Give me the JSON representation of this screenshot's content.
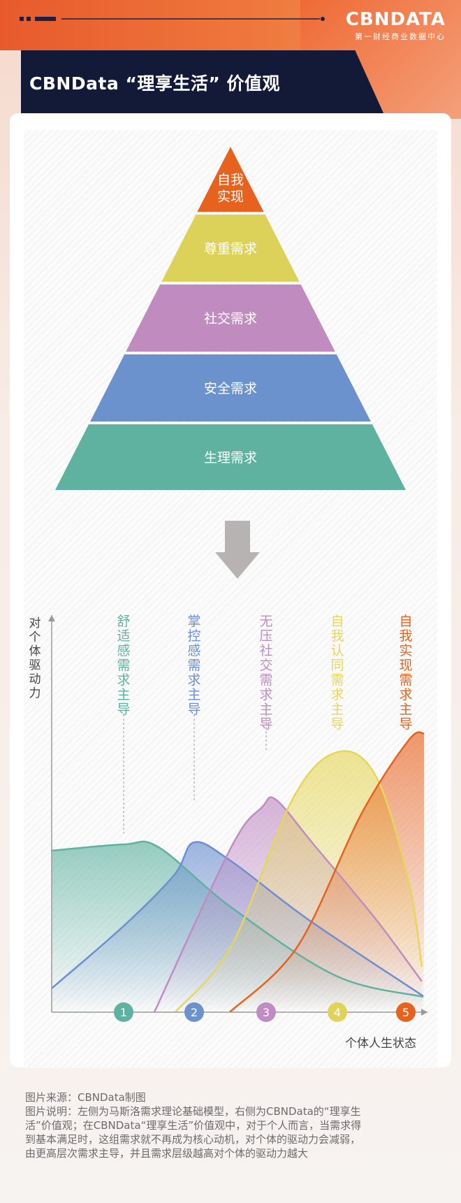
{
  "header": {
    "brand": "CBNDATA",
    "tagline": "第一财经商业数据中心",
    "title": "CBNData “理享生活” 价值观"
  },
  "pyramid": {
    "levels": [
      {
        "label_lines": [
          "自我",
          "实现"
        ],
        "color": "#e8621f"
      },
      {
        "label_lines": [
          "尊重需求"
        ],
        "color": "#dcd25a"
      },
      {
        "label_lines": [
          "社交需求"
        ],
        "color": "#c08cbf"
      },
      {
        "label_lines": [
          "安全需求"
        ],
        "color": "#6b92cc"
      },
      {
        "label_lines": [
          "生理需求"
        ],
        "color": "#5fb2a0"
      }
    ]
  },
  "chart_data": {
    "type": "area",
    "ylabel": "对个体驱动力",
    "xlabel": "个体人生状态",
    "x_ticks": [
      "1",
      "2",
      "3",
      "4",
      "5"
    ],
    "series": [
      {
        "name": "舒适感需求主导",
        "color": "#5fb2a0",
        "peak_at": "1",
        "relative_peak": 0.45
      },
      {
        "name": "掌控感需求主导",
        "color": "#6b8fd0",
        "peak_at": "2",
        "relative_peak": 0.53
      },
      {
        "name": "无压社交需求主导",
        "color": "#c08cc4",
        "peak_at": "3",
        "relative_peak": 0.66
      },
      {
        "name": "自我认同需求主导",
        "color": "#e6d75a",
        "peak_at": "4",
        "relative_peak": 0.83
      },
      {
        "name": "自我实现需求主导",
        "color": "#e8621f",
        "peak_at": "5",
        "relative_peak": 0.89
      }
    ],
    "tick_colors": [
      "#5fb2a0",
      "#6b92cc",
      "#c08cc4",
      "#e0d35a",
      "#e8621f"
    ]
  },
  "caption": {
    "source": "图片来源：CBNData制图",
    "lines": [
      "图片说明：左侧为马斯洛需求理论基础模型，右侧为CBNData的“理享生",
      "活”价值观；在CBNData“理享生活”价值观中，对于个人而言，当需求得",
      "到基本满足时，这组需求就不再成为核心动机，对个体的驱动力会减弱，",
      "由更高层次需求主导，并且需求层级越高对个体的驱动力越大"
    ]
  }
}
